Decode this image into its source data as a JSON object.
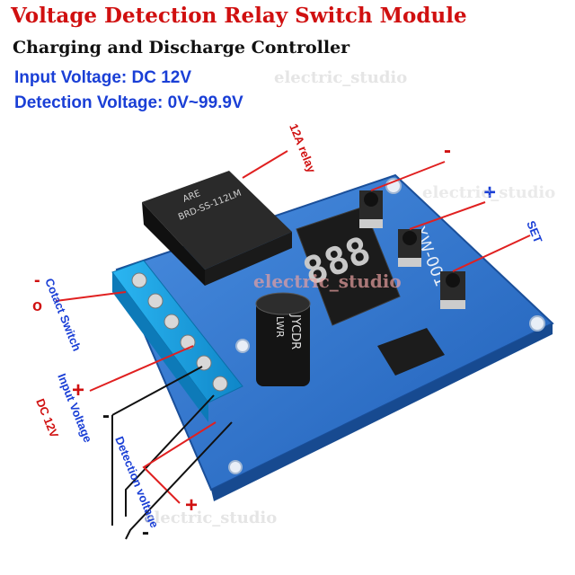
{
  "header": {
    "title": "Voltage Detection Relay Switch Module",
    "subtitle": "Charging and Discharge Controller",
    "input_voltage": "Input Voltage: DC 12V",
    "detection_voltage": "Detection Voltage: 0V~99.9V"
  },
  "callouts": {
    "relay": "12A relay",
    "minus_button": "-",
    "plus_button": "+",
    "set_button": "SET",
    "contact_switch": "Cotact Switch",
    "contact_minus": "-",
    "contact_o": "o",
    "input_voltage_label": "Input Voltage",
    "input_dc": "DC 12V",
    "input_plus": "+",
    "input_minus": "-",
    "detection_label": "Detection voltage",
    "detection_plus": "+",
    "detection_minus": "-"
  },
  "board": {
    "relay_line1": "ARE",
    "relay_line2": "BRD-SS-112LM",
    "model": "XW-001",
    "display": "888",
    "capacitor_brand": "JYCDR",
    "capacitor_series": "LWR"
  },
  "watermark": "electric_studio",
  "colors": {
    "title_red": "#d01010",
    "spec_blue": "#1a3fd6",
    "pcb_blue": "#2f76d2",
    "terminal_blue": "#1aa3e6",
    "callout_red": "#e02020"
  }
}
